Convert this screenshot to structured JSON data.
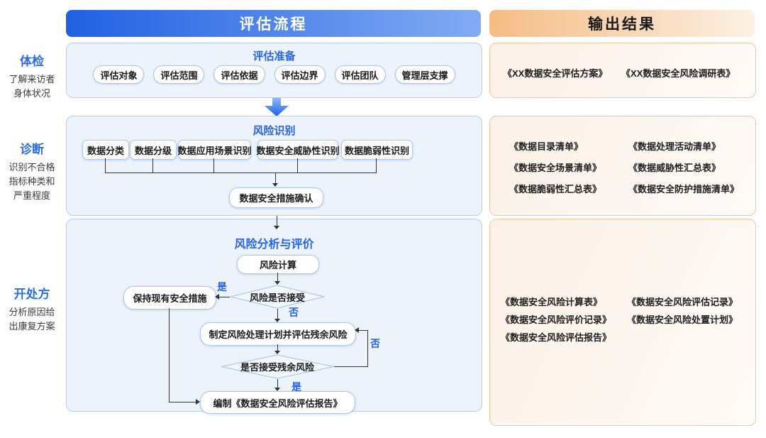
{
  "headers": {
    "process": "评估流程",
    "output": "输出结果"
  },
  "left_labels": [
    {
      "title": "体检",
      "desc1": "了解来访者",
      "desc2": "身体状况",
      "desc3": ""
    },
    {
      "title": "诊断",
      "desc1": "识别不合格",
      "desc2": "指标种类和",
      "desc3": "严重程度"
    },
    {
      "title": "开处方",
      "desc1": "分析原因给",
      "desc2": "出康复方案",
      "desc3": ""
    }
  ],
  "process": {
    "prep": {
      "title": "评估准备",
      "pills": [
        "评估对象",
        "评估范围",
        "评估依据",
        "评估边界",
        "评估团队",
        "管理层支撑"
      ]
    },
    "identify": {
      "title": "风险识别",
      "items": [
        "数据分类",
        "数据分级",
        "数据应用场景识别",
        "数据安全威胁性识别",
        "数据脆弱性识别"
      ],
      "confirm": "数据安全措施确认"
    },
    "analysis": {
      "title": "风险分析与评价",
      "calc": "风险计算",
      "decision1": "风险是否接受",
      "keep": "保持现有安全措施",
      "plan": "制定风险处理计划并评估残余风险",
      "decision2": "是否接受残余风险",
      "report": "编制《数据安全风险评估报告》",
      "yes": "是",
      "no": "否"
    }
  },
  "output": {
    "box1": [
      "《XX数据安全评估方案》",
      "《XX数据安全风险调研表》"
    ],
    "box2": [
      "《数据目录清单》",
      "《数据处理活动清单》",
      "《数据安全场景清单》",
      "《数据威胁性汇总表》",
      "《数据脆弱性汇总表》",
      "《数据安全防护措施清单》"
    ],
    "box3": [
      "《数据安全风险计算表》",
      "《数据安全风险评估记录》",
      "《数据安全风险评价记录》",
      "《数据安全风险处置计划》",
      "《数据安全风险评估报告》"
    ]
  },
  "colors": {
    "accent_blue": "#2563EB",
    "header_blue_start": "#2160E2",
    "header_blue_end": "#82ABF2",
    "header_orange_start": "#F5BC84",
    "header_orange_end": "#FCF1E4",
    "process_section_bg": "#EDF3FB",
    "process_section_border": "#B5CEF3",
    "output_section_bg": "#FCF1E8",
    "output_section_border": "#F2C69B",
    "box_border": "#A9C7F0",
    "diamond_fill": "#F3F8FE",
    "diamond_border": "#9CC2EA",
    "connector": "#333333"
  }
}
